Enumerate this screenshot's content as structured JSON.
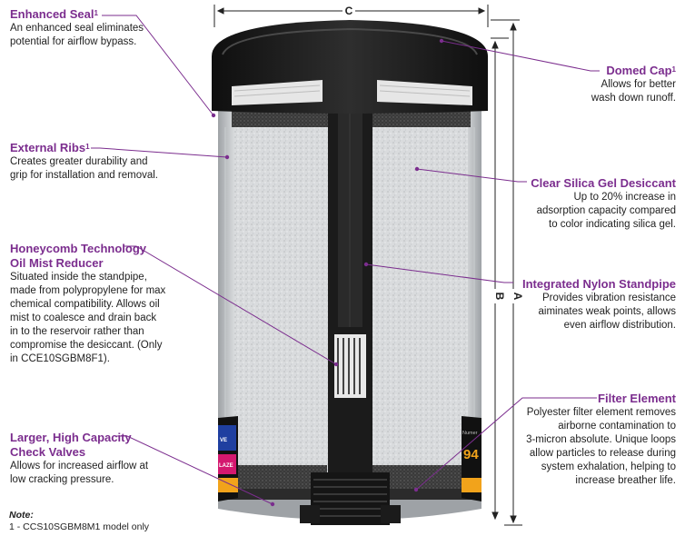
{
  "dimensions": {
    "c": "C",
    "a": "A",
    "b": "B"
  },
  "callouts": {
    "enhanced_seal": {
      "title": "Enhanced Seal",
      "sup": "1",
      "desc": [
        "An enhanced seal eliminates",
        "potential for airflow bypass."
      ]
    },
    "external_ribs": {
      "title": "External Ribs",
      "sup": "1",
      "desc": [
        "Creates greater durability and",
        "grip for installation and removal."
      ]
    },
    "honeycomb": {
      "title": [
        "Honeycomb Technology",
        "Oil Mist Reducer"
      ],
      "desc": [
        "Situated inside the standpipe,",
        "made from polypropylene for max",
        "chemical compatibility. Allows oil",
        "mist to coalesce and drain back",
        "in to the reservoir rather than",
        "compromise the desiccant. (Only",
        "in CCE10SGBM8F1)."
      ]
    },
    "check_valves": {
      "title": [
        "Larger, High Capacity",
        "Check Valves"
      ],
      "desc": [
        "Allows for increased airflow at",
        "low cracking pressure."
      ]
    },
    "domed_cap": {
      "title": "Domed Cap",
      "sup": "1",
      "desc": [
        "Allows for better",
        "wash down runoff."
      ]
    },
    "silica_gel": {
      "title": "Clear Silica Gel Desiccant",
      "desc": [
        "Up to 20% increase in",
        "adsorption capacity compared",
        "to color indicating silica gel."
      ]
    },
    "standpipe": {
      "title": "Integrated Nylon Standpipe",
      "desc": [
        "Provides vibration resistance",
        "aiminates weak points, allows",
        "even airflow distribution."
      ]
    },
    "filter_element": {
      "title": "Filter Element",
      "desc": [
        "Polyester filter element removes",
        "airborne contamination to",
        "3-micron absolute. Unique loops",
        "allow particles to release during",
        "system exhalation, helping to",
        "increase breather life."
      ]
    }
  },
  "note": {
    "title": "Note:",
    "text": "1 - CCS10SGBM8M1 model only"
  },
  "label_band": {
    "left_top": "VE",
    "left_bottom": "LAZE",
    "right_small": "Numer",
    "right_big": "94"
  },
  "colors": {
    "accent": "#7b2d8e",
    "cap": "#1e1e1e",
    "gel": "#d6d8da",
    "band_blue": "#1f3fa0",
    "band_pink": "#d4186f",
    "band_orange": "#f2a31b"
  }
}
